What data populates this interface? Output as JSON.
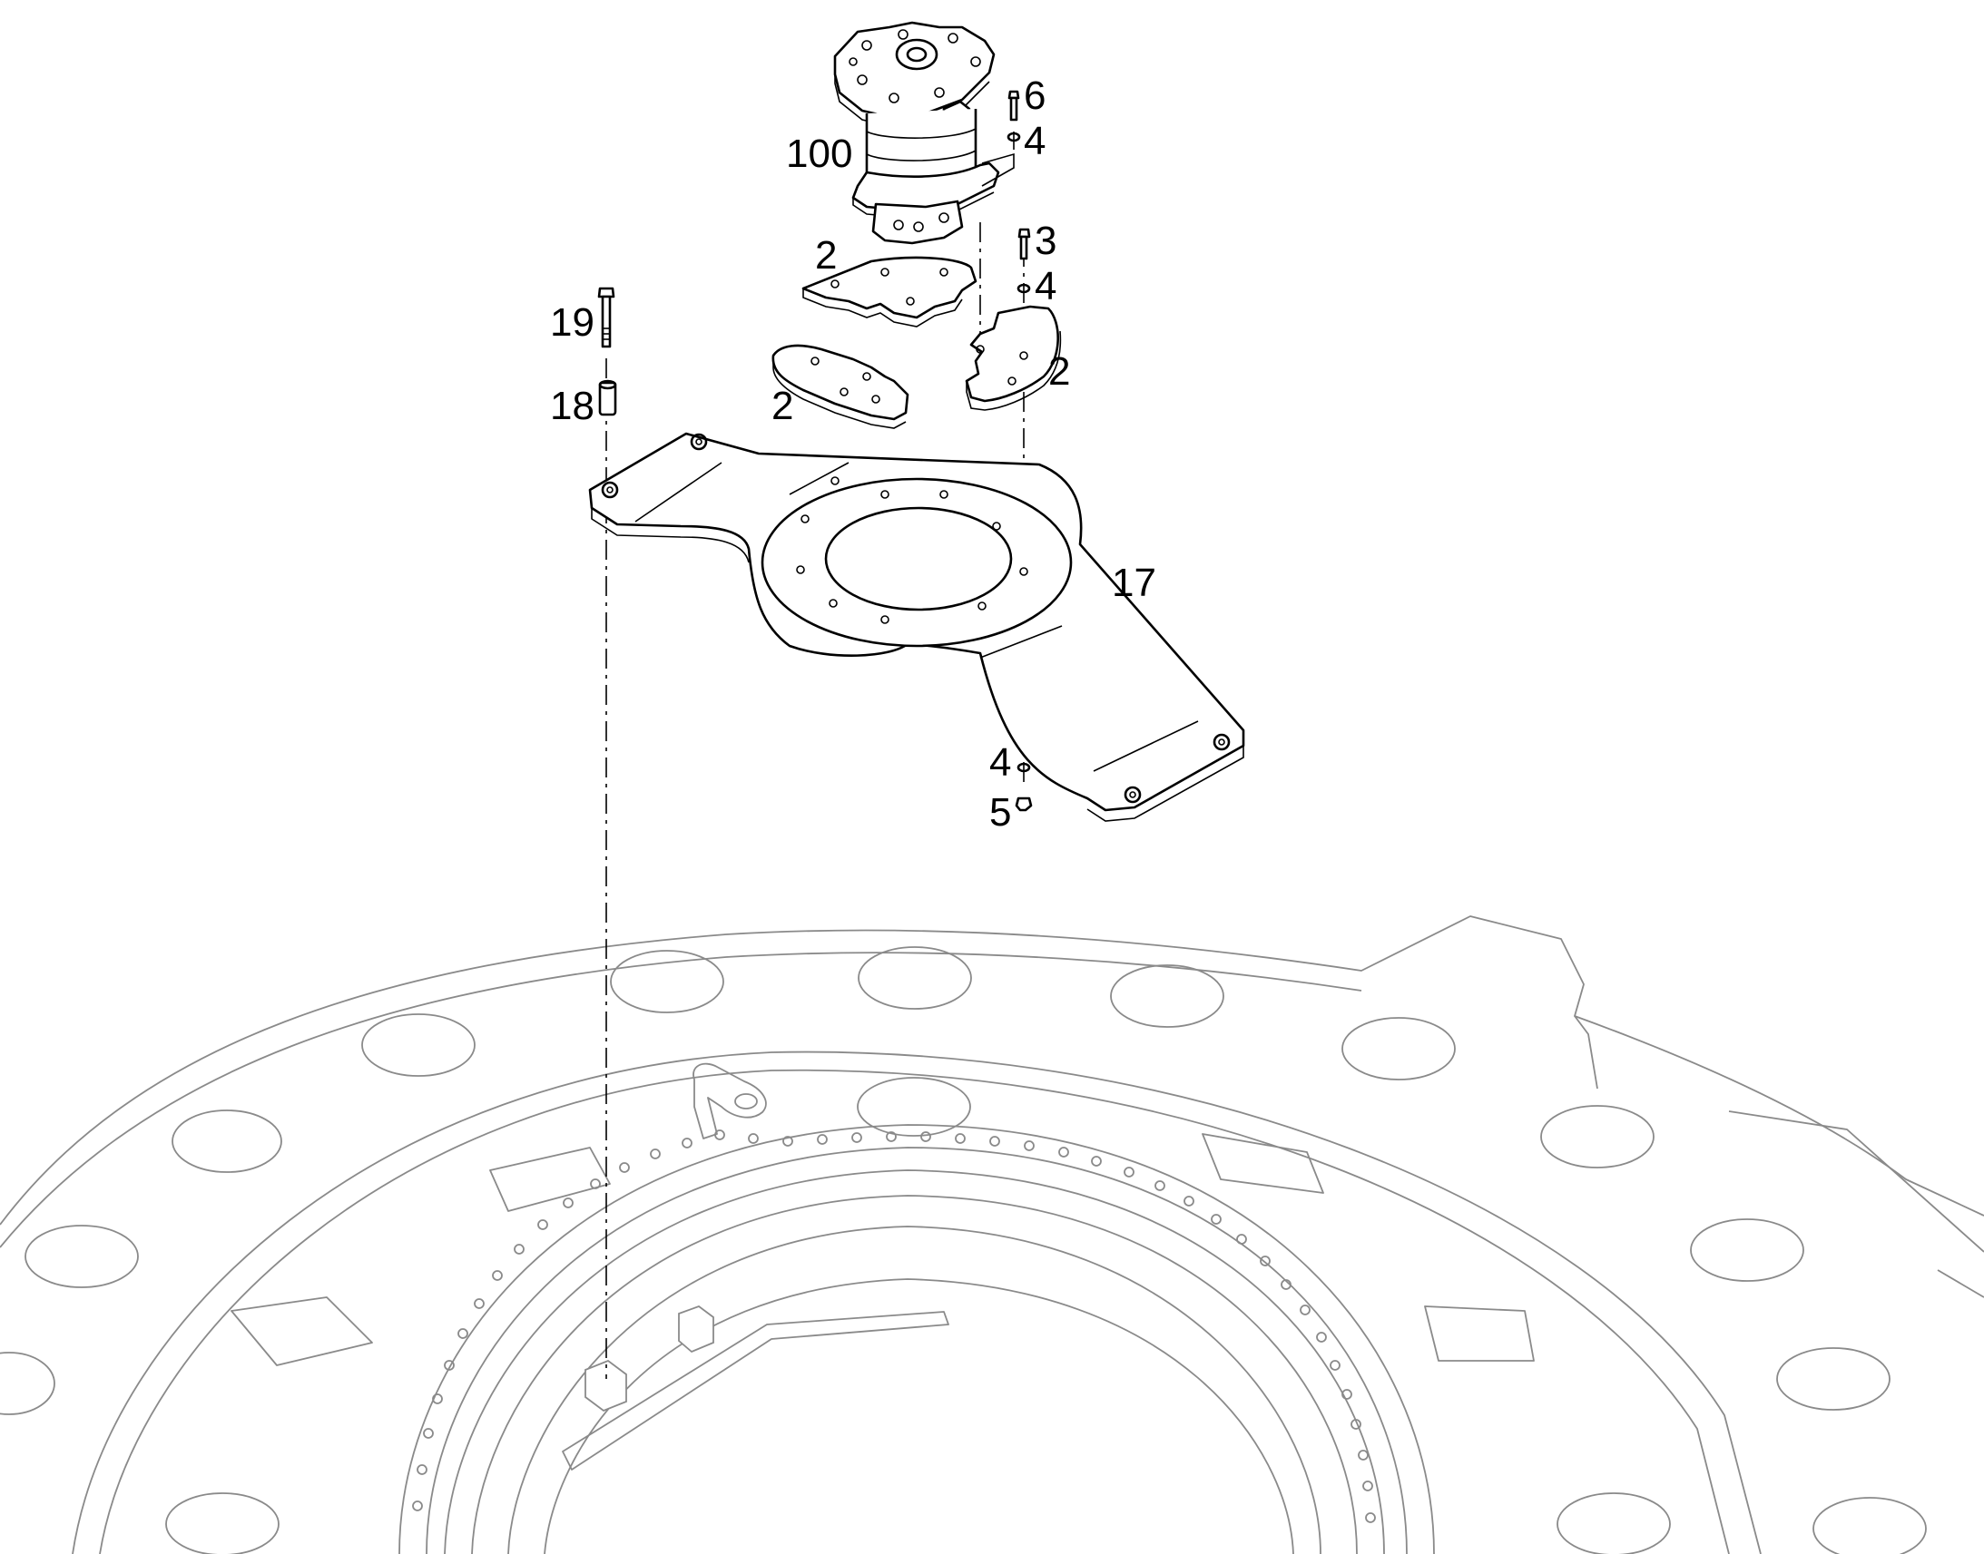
{
  "callouts": {
    "c6": "6",
    "c4_top": "4",
    "c100": "100",
    "c3": "3",
    "c4_mid": "4",
    "c2_top": "2",
    "c19": "19",
    "c2_right": "2",
    "c18": "18",
    "c2_left": "2",
    "c17": "17",
    "c4_bottom": "4",
    "c5": "5"
  },
  "colors": {
    "linework": "#000000",
    "background_parts": "#8a8a8a",
    "background": "#ffffff"
  }
}
